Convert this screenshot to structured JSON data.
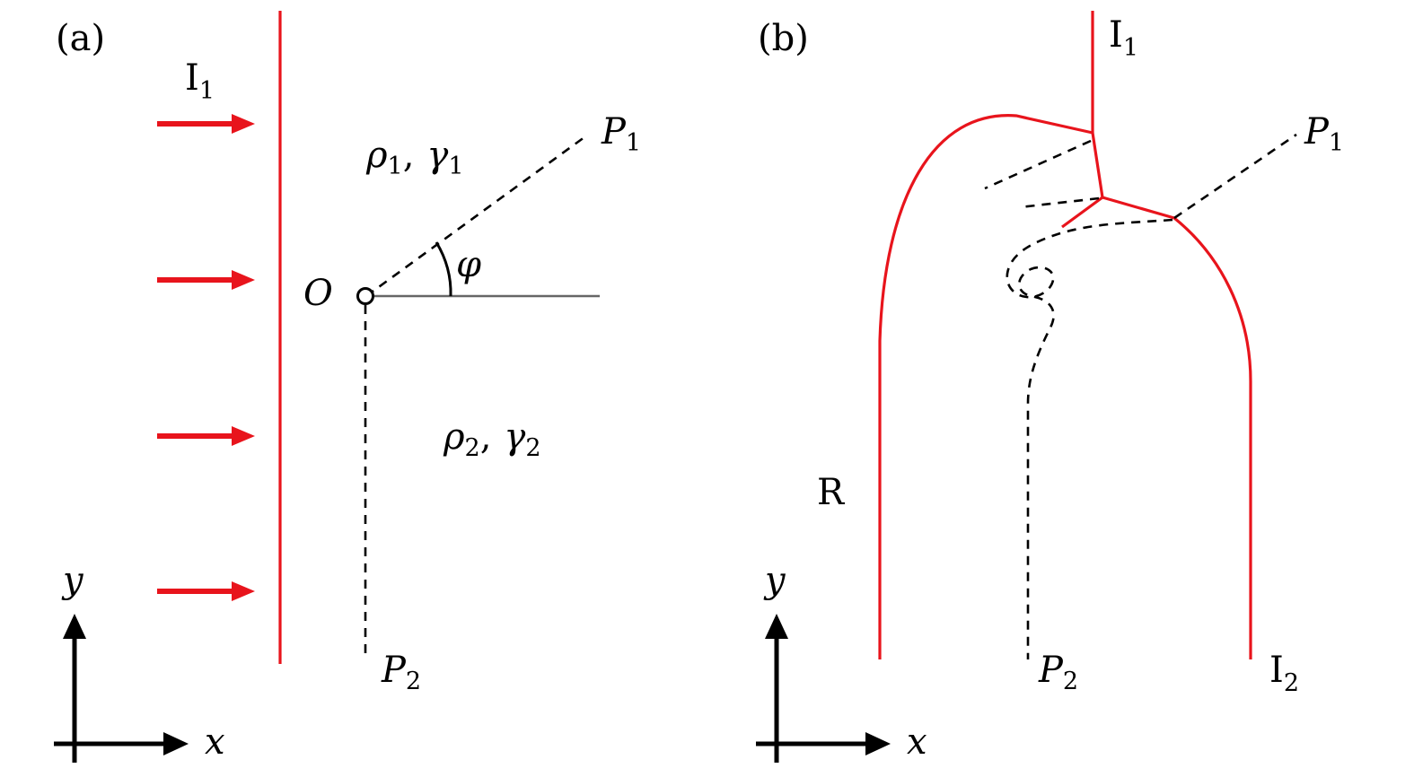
{
  "colors": {
    "wave": "#e8141c",
    "ink": "#000000",
    "gray_ray": "#666666"
  },
  "panel_a": {
    "label": "(a)",
    "incident_main": "I",
    "incident_sub": "1",
    "medium1_rho": "ρ",
    "medium1_rho_sub": "1",
    "medium1_sep": ",",
    "medium1_gamma": "γ",
    "medium1_gamma_sub": "1",
    "medium2_rho": "ρ",
    "medium2_rho_sub": "2",
    "medium2_sep": ",",
    "medium2_gamma": "γ",
    "medium2_gamma_sub": "2",
    "origin": "O",
    "angle": "φ",
    "p1_main": "P",
    "p1_sub": "1",
    "p2_main": "P",
    "p2_sub": "2",
    "axis_y": "y",
    "axis_x": "x"
  },
  "panel_b": {
    "label": "(b)",
    "i1_main": "I",
    "i1_sub": "1",
    "i2_main": "I",
    "i2_sub": "2",
    "reflected": "R",
    "p1_main": "P",
    "p1_sub": "1",
    "p2_main": "P",
    "p2_sub": "2",
    "axis_y": "y",
    "axis_x": "x"
  }
}
